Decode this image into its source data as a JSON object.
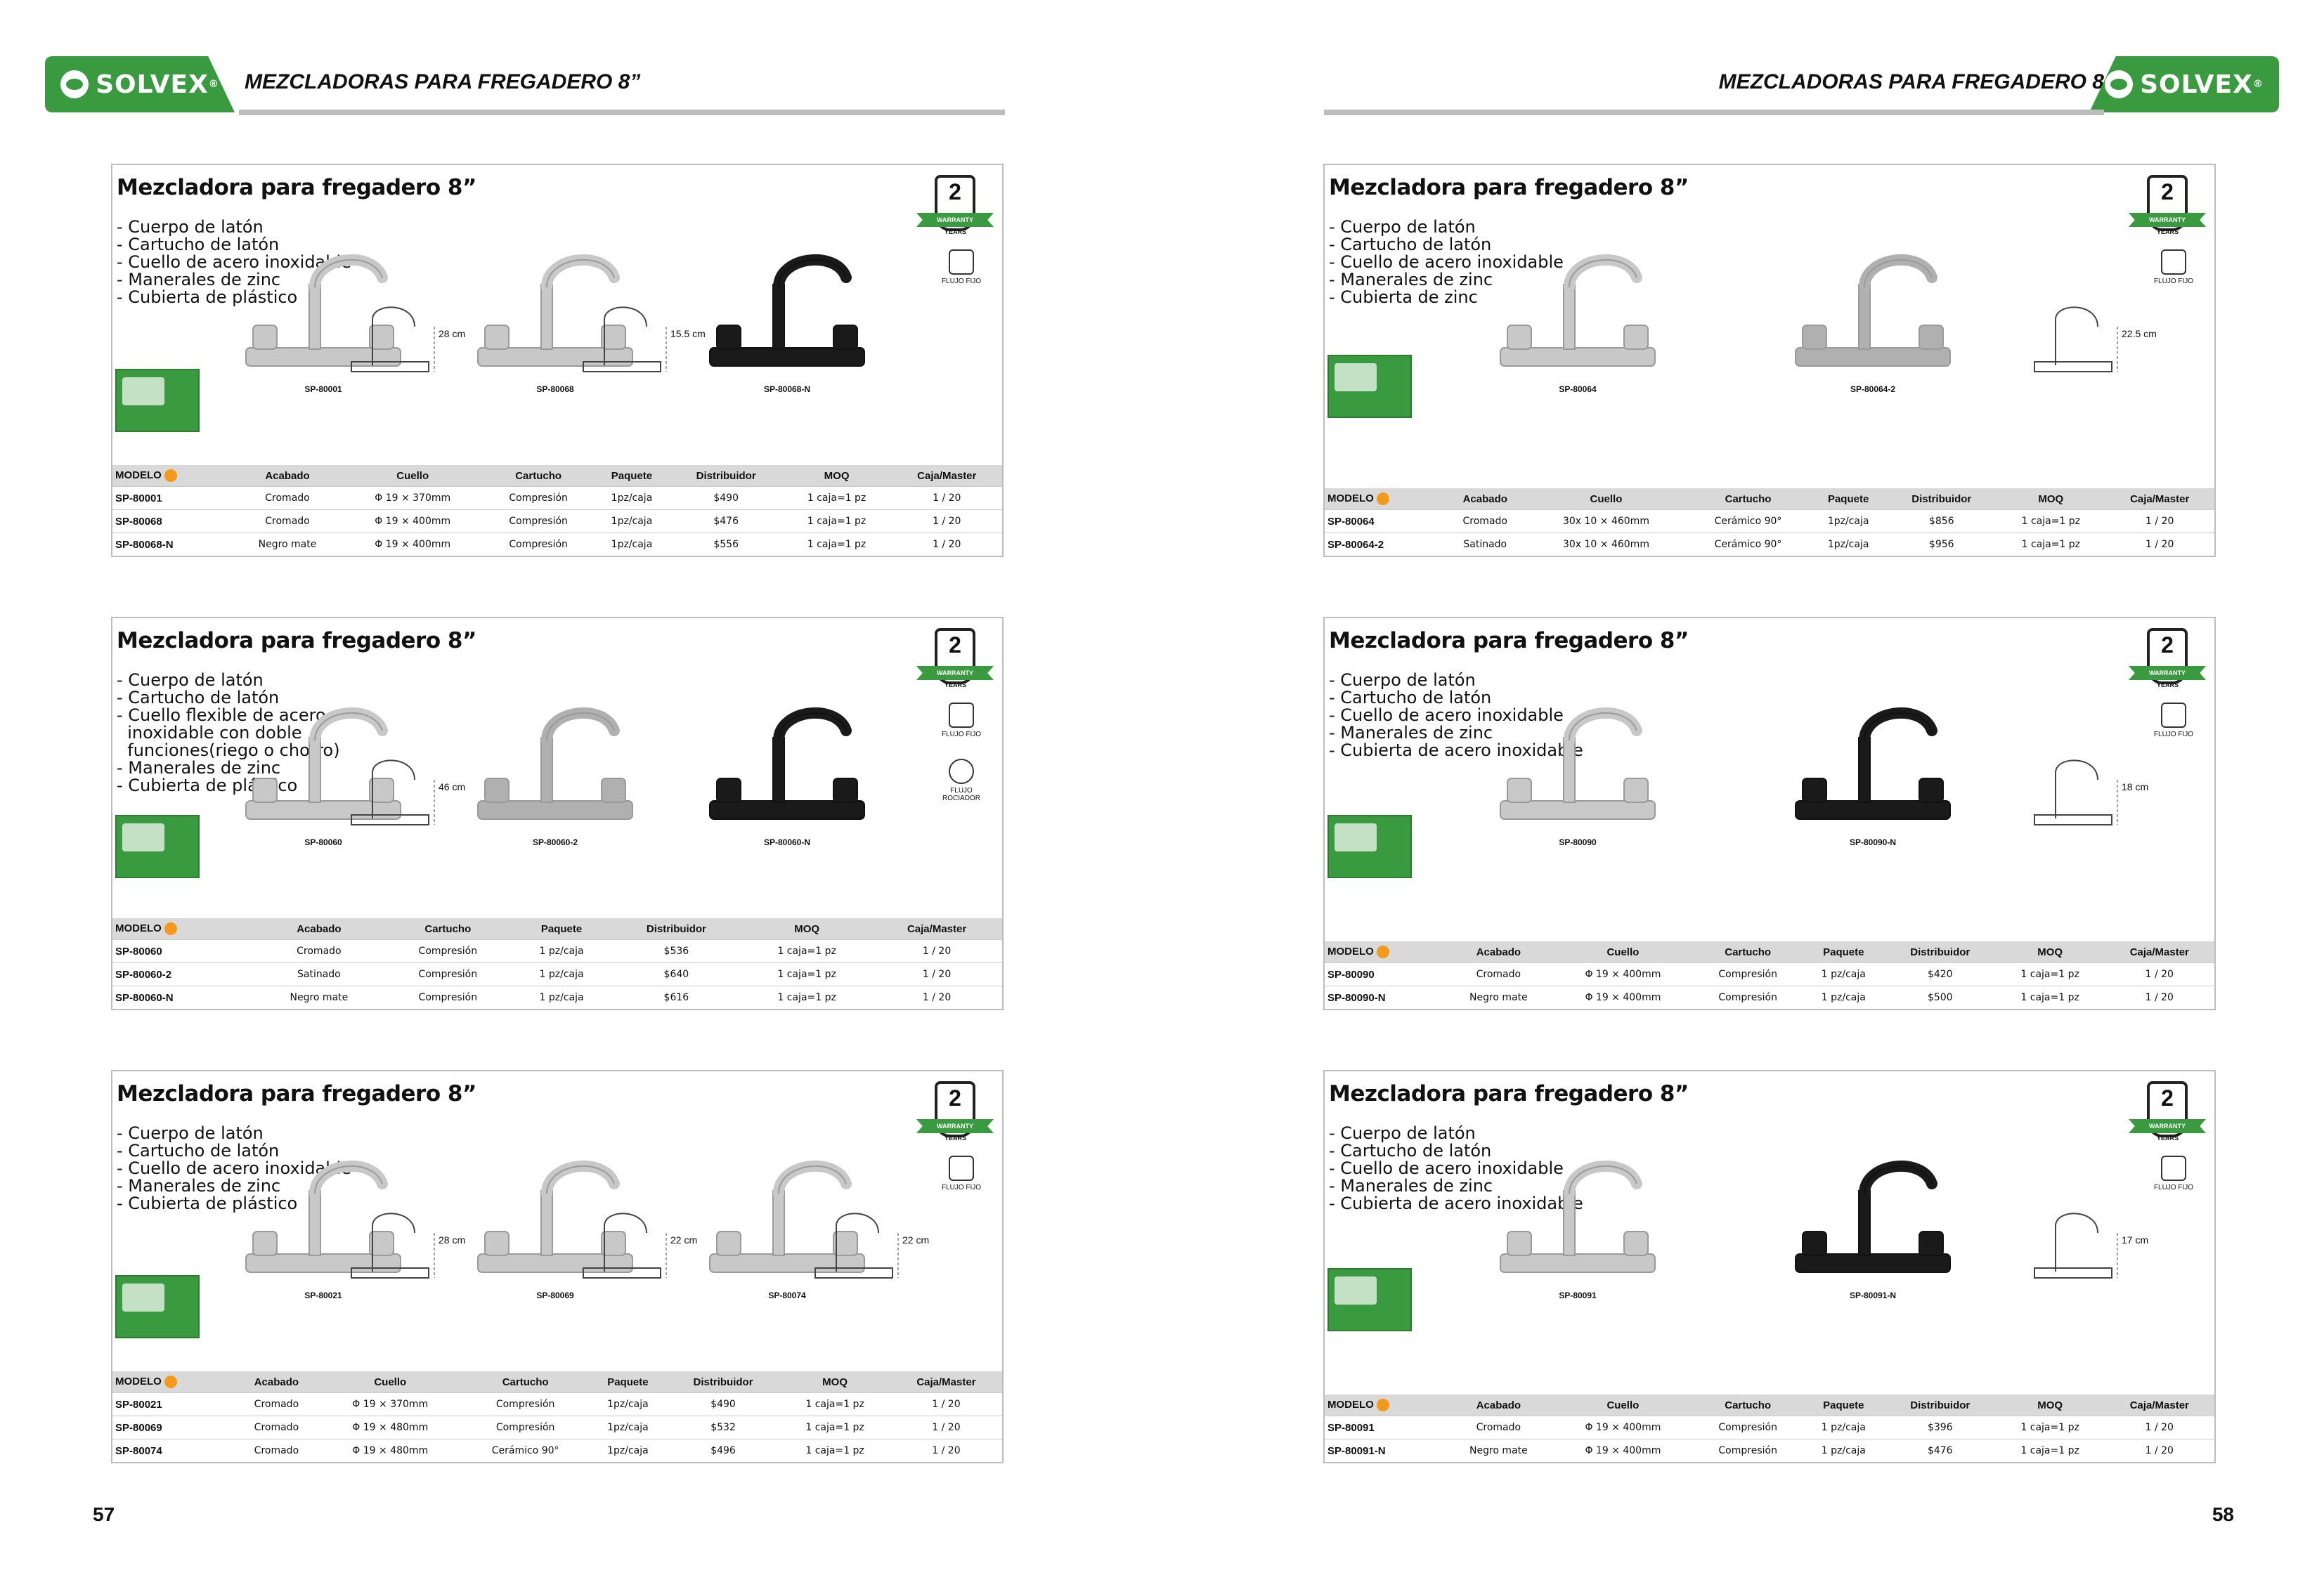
{
  "brand": {
    "name": "SOLVEX",
    "reg": "®"
  },
  "pages": [
    {
      "title": "MEZCLADORAS PARA FREGADERO 8”",
      "number": "57"
    },
    {
      "title": "MEZCLADORAS PARA FREGADERO 8”",
      "number": "58"
    }
  ],
  "warranty": {
    "number": "2",
    "ribbon": "WARRANTY",
    "years": "YEARS"
  },
  "cards": [
    {
      "title": "Mezcladora para fregadero 8”",
      "features": [
        "- Cuerpo de latón",
        "- Cartucho de latón",
        "- Cuello de acero inoxidable",
        "- Manerales de zinc",
        "- Cubierta de plástico"
      ],
      "flow": [
        "FLUJO FIJO"
      ],
      "products": [
        {
          "model": "SP-80001",
          "color": "#c8c8c8"
        },
        {
          "model": "SP-80068",
          "color": "#c8c8c8"
        },
        {
          "model": "SP-80068-N",
          "color": "#1a1a1a"
        }
      ],
      "measures": [
        "28 cm",
        "15.5 cm"
      ],
      "headers": [
        "MODELO",
        "Acabado",
        "Cuello",
        "Cartucho",
        "Paquete",
        "Distribuidor",
        "MOQ",
        "Caja/Master"
      ],
      "rows": [
        [
          "SP-80001",
          "Cromado",
          "Φ 19 × 370mm",
          "Compresión",
          "1pz/caja",
          "$490",
          "1 caja=1 pz",
          "1 / 20"
        ],
        [
          "SP-80068",
          "Cromado",
          "Φ 19 × 400mm",
          "Compresión",
          "1pz/caja",
          "$476",
          "1 caja=1 pz",
          "1 / 20"
        ],
        [
          "SP-80068-N",
          "Negro mate",
          "Φ 19 × 400mm",
          "Compresión",
          "1pz/caja",
          "$556",
          "1 caja=1 pz",
          "1 / 20"
        ]
      ]
    },
    {
      "title": "Mezcladora para fregadero 8”",
      "features": [
        "- Cuerpo de latón",
        "- Cartucho de latón",
        "- Cuello flexible de acero",
        "  inoxidable con doble",
        "  funciones(riego o chorro)",
        "- Manerales de zinc",
        "- Cubierta de plástico"
      ],
      "flow": [
        "FLUJO FIJO",
        "FLUJO ROCIADOR"
      ],
      "products": [
        {
          "model": "SP-80060",
          "color": "#c8c8c8"
        },
        {
          "model": "SP-80060-2",
          "color": "#b0b0b0"
        },
        {
          "model": "SP-80060-N",
          "color": "#1a1a1a"
        }
      ],
      "measures": [
        "46 cm"
      ],
      "headers": [
        "MODELO",
        "Acabado",
        "Cartucho",
        "Paquete",
        "Distribuidor",
        "MOQ",
        "Caja/Master"
      ],
      "rows": [
        [
          "SP-80060",
          "Cromado",
          "Compresión",
          "1 pz/caja",
          "$536",
          "1 caja=1 pz",
          "1 / 20"
        ],
        [
          "SP-80060-2",
          "Satinado",
          "Compresión",
          "1 pz/caja",
          "$640",
          "1 caja=1 pz",
          "1 / 20"
        ],
        [
          "SP-80060-N",
          "Negro mate",
          "Compresión",
          "1 pz/caja",
          "$616",
          "1 caja=1 pz",
          "1 / 20"
        ]
      ]
    },
    {
      "title": "Mezcladora para fregadero 8”",
      "features": [
        "- Cuerpo de latón",
        "- Cartucho de latón",
        "- Cuello de acero inoxidable",
        "- Manerales de zinc",
        "- Cubierta de plástico"
      ],
      "flow": [
        "FLUJO FIJO"
      ],
      "products": [
        {
          "model": "SP-80021",
          "color": "#c8c8c8"
        },
        {
          "model": "SP-80069",
          "color": "#c8c8c8"
        },
        {
          "model": "SP-80074",
          "color": "#c8c8c8"
        }
      ],
      "measures": [
        "28 cm",
        "22 cm",
        "22 cm"
      ],
      "headers": [
        "MODELO",
        "Acabado",
        "Cuello",
        "Cartucho",
        "Paquete",
        "Distribuidor",
        "MOQ",
        "Caja/Master"
      ],
      "rows": [
        [
          "SP-80021",
          "Cromado",
          "Φ 19 × 370mm",
          "Compresión",
          "1pz/caja",
          "$490",
          "1 caja=1 pz",
          "1 / 20"
        ],
        [
          "SP-80069",
          "Cromado",
          "Φ 19 × 480mm",
          "Compresión",
          "1pz/caja",
          "$532",
          "1 caja=1 pz",
          "1 / 20"
        ],
        [
          "SP-80074",
          "Cromado",
          "Φ 19 × 480mm",
          "Cerámico 90°",
          "1pz/caja",
          "$496",
          "1 caja=1 pz",
          "1 / 20"
        ]
      ]
    },
    {
      "title": "Mezcladora para fregadero 8”",
      "features": [
        "- Cuerpo de latón",
        "- Cartucho de latón",
        "- Cuello de acero inoxidable",
        "- Manerales de zinc",
        "- Cubierta de zinc"
      ],
      "flow": [
        "FLUJO FIJO"
      ],
      "products": [
        {
          "model": "SP-80064",
          "color": "#c8c8c8"
        },
        {
          "model": "SP-80064-2",
          "color": "#b0b0b0"
        }
      ],
      "measures": [
        "22.5 cm"
      ],
      "headers": [
        "MODELO",
        "Acabado",
        "Cuello",
        "Cartucho",
        "Paquete",
        "Distribuidor",
        "MOQ",
        "Caja/Master"
      ],
      "rows": [
        [
          "SP-80064",
          "Cromado",
          "30x 10 × 460mm",
          "Cerámico 90°",
          "1pz/caja",
          "$856",
          "1 caja=1 pz",
          "1 / 20"
        ],
        [
          "SP-80064-2",
          "Satinado",
          "30x 10 × 460mm",
          "Cerámico 90°",
          "1pz/caja",
          "$956",
          "1 caja=1 pz",
          "1 / 20"
        ]
      ]
    },
    {
      "title": "Mezcladora para fregadero 8”",
      "features": [
        "- Cuerpo de latón",
        "- Cartucho de latón",
        "- Cuello de acero inoxidable",
        "- Manerales de zinc",
        "- Cubierta de acero inoxidable"
      ],
      "flow": [
        "FLUJO FIJO"
      ],
      "products": [
        {
          "model": "SP-80090",
          "color": "#c8c8c8"
        },
        {
          "model": "SP-80090-N",
          "color": "#1a1a1a"
        }
      ],
      "measures": [
        "18 cm"
      ],
      "headers": [
        "MODELO",
        "Acabado",
        "Cuello",
        "Cartucho",
        "Paquete",
        "Distribuidor",
        "MOQ",
        "Caja/Master"
      ],
      "rows": [
        [
          "SP-80090",
          "Cromado",
          "Φ 19 × 400mm",
          "Compresión",
          "1 pz/caja",
          "$420",
          "1 caja=1 pz",
          "1 / 20"
        ],
        [
          "SP-80090-N",
          "Negro mate",
          "Φ 19 × 400mm",
          "Compresión",
          "1 pz/caja",
          "$500",
          "1 caja=1 pz",
          "1 / 20"
        ]
      ]
    },
    {
      "title": "Mezcladora para fregadero 8”",
      "features": [
        "- Cuerpo de latón",
        "- Cartucho de latón",
        "- Cuello de acero inoxidable",
        "- Manerales de zinc",
        "- Cubierta de acero inoxidable"
      ],
      "flow": [
        "FLUJO FIJO"
      ],
      "products": [
        {
          "model": "SP-80091",
          "color": "#c8c8c8"
        },
        {
          "model": "SP-80091-N",
          "color": "#1a1a1a"
        }
      ],
      "measures": [
        "17 cm"
      ],
      "headers": [
        "MODELO",
        "Acabado",
        "Cuello",
        "Cartucho",
        "Paquete",
        "Distribuidor",
        "MOQ",
        "Caja/Master"
      ],
      "rows": [
        [
          "SP-80091",
          "Cromado",
          "Φ 19 × 400mm",
          "Compresión",
          "1 pz/caja",
          "$396",
          "1 caja=1 pz",
          "1 / 20"
        ],
        [
          "SP-80091-N",
          "Negro mate",
          "Φ 19 × 400mm",
          "Compresión",
          "1 pz/caja",
          "$476",
          "1 caja=1 pz",
          "1 / 20"
        ]
      ]
    }
  ]
}
